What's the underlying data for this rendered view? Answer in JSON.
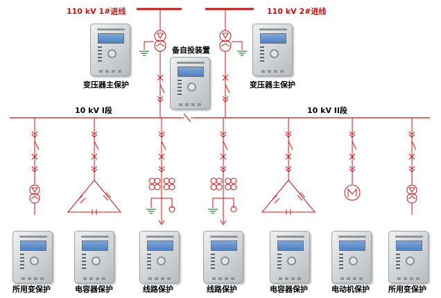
{
  "labels": {
    "incoming1": "110 kV 1#进线",
    "incoming2": "110 kV 2#进线",
    "bus1": "10 kV I段",
    "bus2": "10 kV II段",
    "autoswitch": "备自投装置",
    "transformer_protect_left": "变压器主保护",
    "transformer_protect_right": "变压器主保护",
    "feeder_station_left": "所用变保护",
    "feeder_capacitor_left": "电容器保护",
    "feeder_line_left": "线路保护",
    "feeder_line_right": "线路保护",
    "feeder_capacitor_right": "电容器保护",
    "feeder_motor": "电动机保护",
    "feeder_station_right": "所用变保护"
  },
  "colors": {
    "line": "#cc1111",
    "ground": "#2e7d32",
    "text": "#000000",
    "text_red": "#cc1111"
  }
}
